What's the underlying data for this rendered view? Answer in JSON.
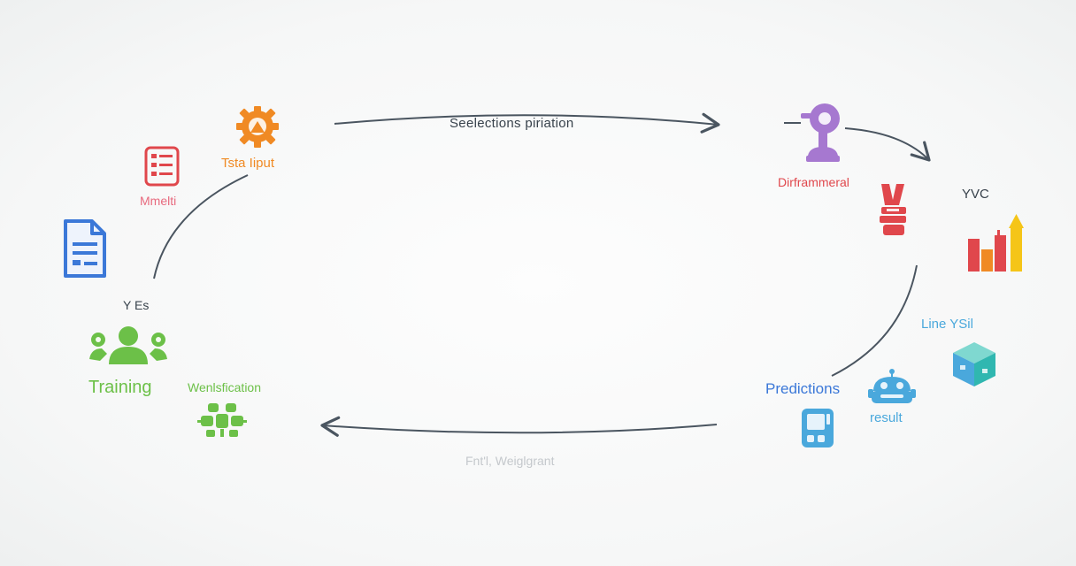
{
  "colors": {
    "orange": "#f08a24",
    "red": "#e0474c",
    "pink": "#e86a7e",
    "blue": "#3b78d8",
    "green": "#6cc048",
    "purple": "#a678d0",
    "sky": "#4aa8dc",
    "teal": "#30b7b0",
    "yellow": "#f5c518",
    "line": "#4a5560",
    "text_dark": "#38424c",
    "text_faint": "#c4c8cc"
  },
  "labels": {
    "top_arrow": "Seelections piriation",
    "data_input": "Tsta Iiput",
    "models": "Mmelti",
    "yes": "Y Es",
    "training": "Training",
    "validation": "Wenlsfication",
    "differential": "Dirframmeral",
    "metric": "YVC",
    "line_sil": "Line YSil",
    "predictions": "Predictions",
    "result": "result",
    "bottom_arrow": "Fnt'l, Weiglgrant"
  },
  "icons": [
    "gear-settings-icon",
    "server-panel-icon",
    "document-icon",
    "users-group-icon",
    "network-nodes-icon",
    "microscope-icon",
    "hand-gesture-icon",
    "bar-chart-icon",
    "cube-icon",
    "robot-icon",
    "device-icon"
  ]
}
